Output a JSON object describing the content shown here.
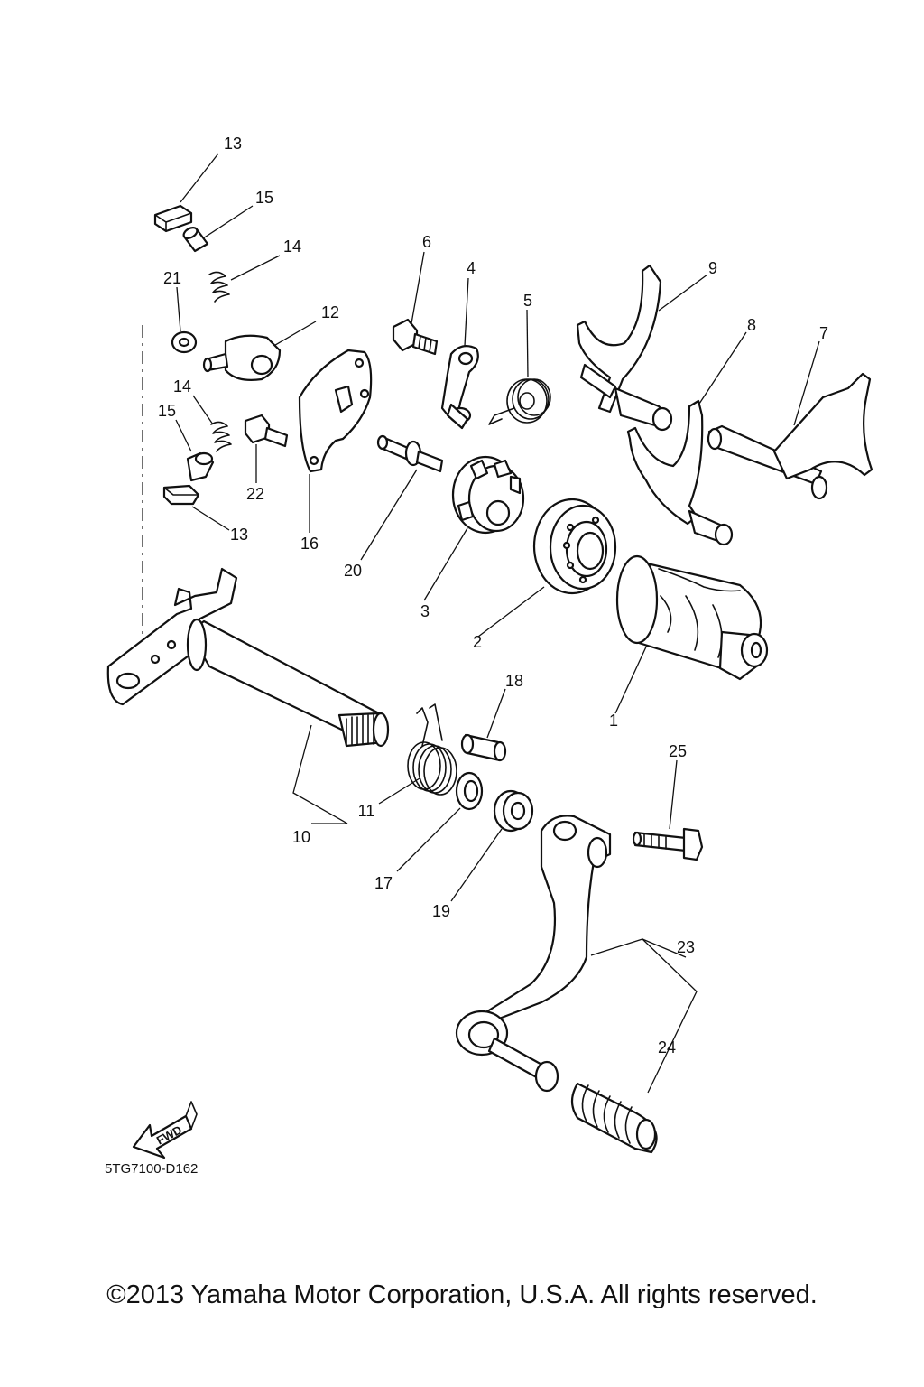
{
  "diagram": {
    "code": "5TG7100-D162",
    "fwd_label": "FWD",
    "callouts": [
      "13",
      "15",
      "14",
      "21",
      "12",
      "6",
      "4",
      "5",
      "9",
      "8",
      "7",
      "14",
      "15",
      "22",
      "16",
      "20",
      "3",
      "2",
      "1",
      "13",
      "18",
      "11",
      "10",
      "17",
      "19",
      "25",
      "23",
      "24"
    ]
  },
  "footer": {
    "copyright": "©2013 Yamaha Motor Corporation, U.S.A. All rights reserved."
  }
}
